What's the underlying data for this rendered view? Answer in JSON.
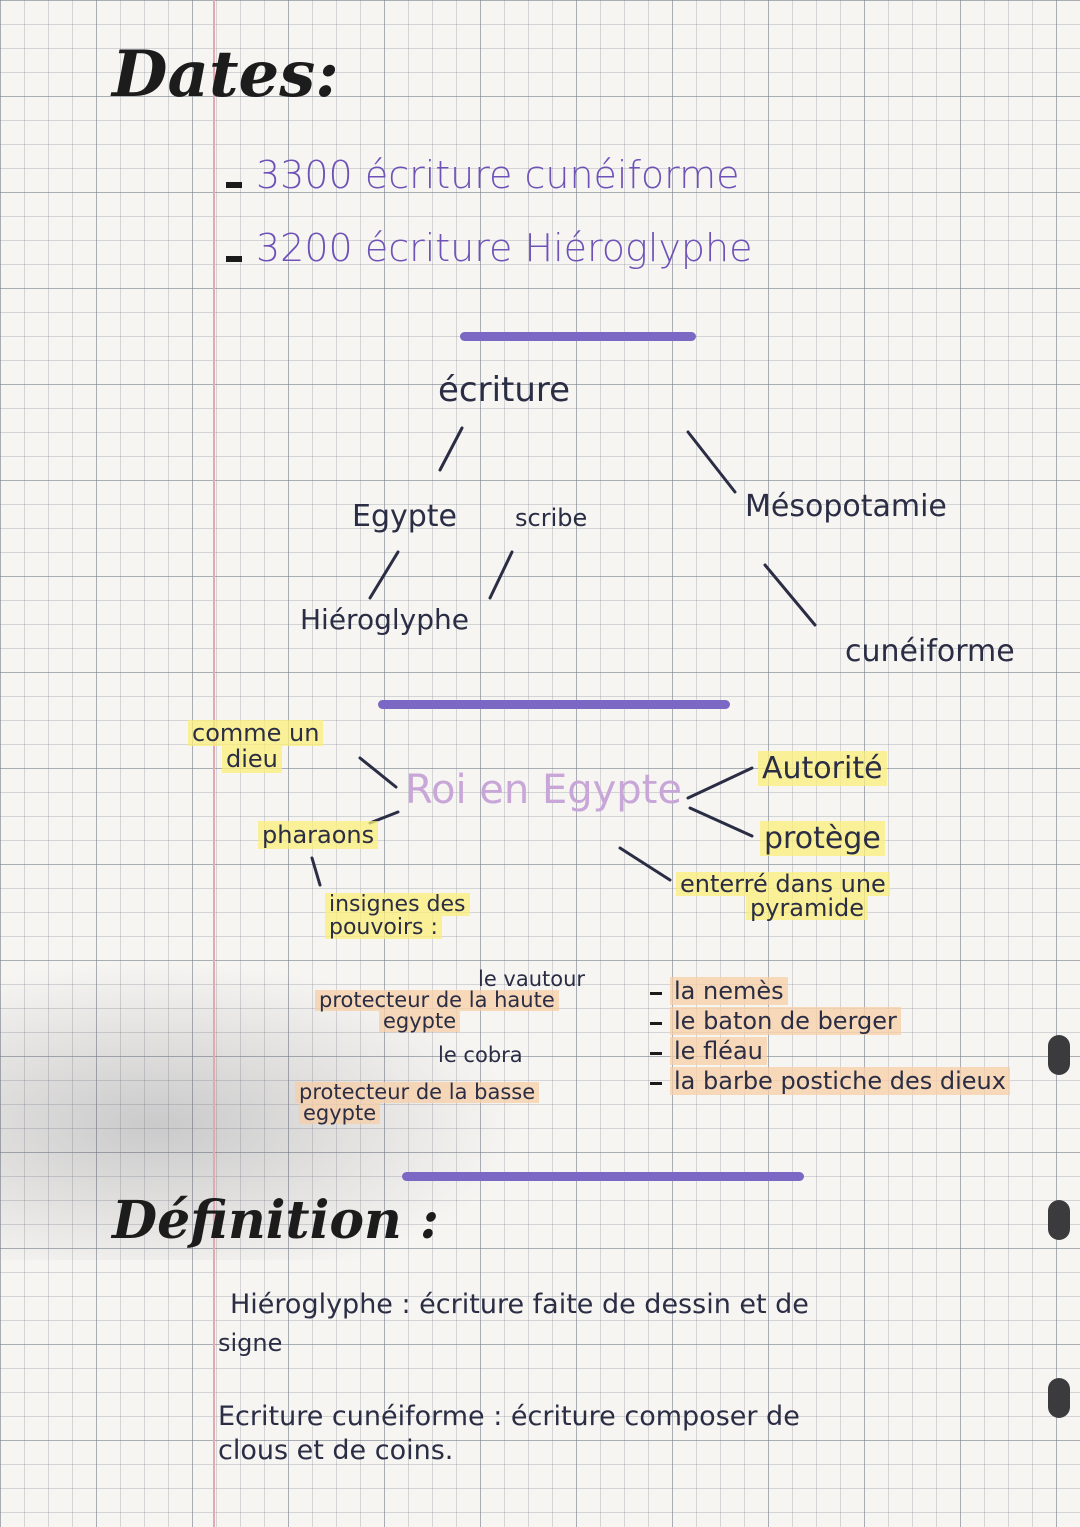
{
  "title": "Dates:",
  "dates": [
    {
      "year": "3300",
      "text": "écriture cunéiforme"
    },
    {
      "year": "3200",
      "text": "écriture Hiéroglyphe"
    }
  ],
  "diagram1": {
    "center": "écriture",
    "left": "Egypte",
    "scribe": "scribe",
    "left_child": "Hiéroglyphe",
    "right": "Mésopotamie",
    "right_child": "cunéiforme"
  },
  "diagram2": {
    "center": "Roi en Egypte",
    "comme_un_dieu": [
      "comme un",
      "dieu"
    ],
    "pharaons": "pharaons",
    "autorite": "Autorité",
    "protege": "protège",
    "enterre": [
      "enterré dans une",
      "pyramide"
    ],
    "insignes": [
      "insignes des",
      "pouvoirs :"
    ],
    "vautour": "le vautour",
    "prot_haute": [
      "protecteur de la haute",
      "egypte"
    ],
    "cobra": "le cobra",
    "prot_basse": [
      "protecteur de la basse",
      "egypte"
    ],
    "insignes_list": [
      "la nemès",
      "le baton de berger",
      "le fléau",
      "la barbe postiche des dieux"
    ]
  },
  "definition": {
    "title": "Définition :",
    "lines": [
      "Hiéroglyphe : écriture faite de dessin et de",
      "signe",
      "Ecriture cunéiforme : écriture composer de",
      "clous et de coins."
    ]
  },
  "colors": {
    "ink_purple": "#6e52b8",
    "divider": "#7a68c4",
    "highlight_yellow": "#faee78",
    "highlight_orange": "#f7cda5",
    "margin_line": "#e5a8ae"
  }
}
